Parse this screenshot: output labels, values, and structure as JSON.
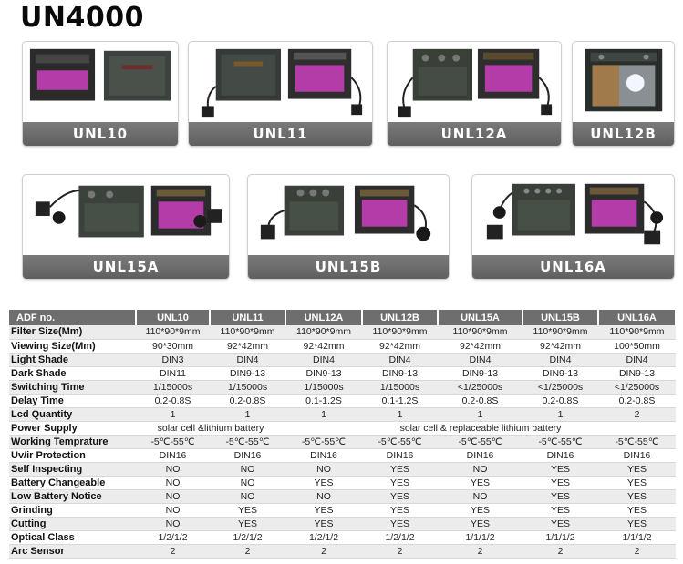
{
  "title": "UN4000",
  "products": [
    {
      "name": "UNL10"
    },
    {
      "name": "UNL11"
    },
    {
      "name": "UNL12A"
    },
    {
      "name": "UNL12B"
    },
    {
      "name": "UNL15A"
    },
    {
      "name": "UNL15B"
    },
    {
      "name": "UNL16A"
    }
  ],
  "table": {
    "corner": "ADF no.",
    "columns": [
      "UNL10",
      "UNL11",
      "UNL12A",
      "UNL12B",
      "UNL15A",
      "UNL15B",
      "UNL16A"
    ],
    "rows": [
      {
        "label": "Filter Size(Mm)",
        "values": [
          "110*90*9mm",
          "110*90*9mm",
          "110*90*9mm",
          "110*90*9mm",
          "110*90*9mm",
          "110*90*9mm",
          "110*90*9mm"
        ]
      },
      {
        "label": "Viewing Size(Mm)",
        "values": [
          "90*30mm",
          "92*42mm",
          "92*42mm",
          "92*42mm",
          "92*42mm",
          "92*42mm",
          "100*50mm"
        ]
      },
      {
        "label": "Light Shade",
        "values": [
          "DIN3",
          "DIN4",
          "DIN4",
          "DIN4",
          "DIN4",
          "DIN4",
          "DIN4"
        ]
      },
      {
        "label": "Dark Shade",
        "values": [
          "DIN11",
          "DIN9-13",
          "DIN9-13",
          "DIN9-13",
          "DIN9-13",
          "DIN9-13",
          "DIN9-13"
        ]
      },
      {
        "label": "Switching Time",
        "values": [
          "1/15000s",
          "1/15000s",
          "1/15000s",
          "1/15000s",
          "<1/25000s",
          "<1/25000s",
          "<1/25000s"
        ]
      },
      {
        "label": "Delay Time",
        "values": [
          "0.2-0.8S",
          "0.2-0.8S",
          "0.1-1.2S",
          "0.1-1.2S",
          "0.2-0.8S",
          "0.2-0.8S",
          "0.2-0.8S"
        ]
      },
      {
        "label": "Lcd Quantity",
        "values": [
          "1",
          "1",
          "1",
          "1",
          "1",
          "1",
          "2"
        ]
      },
      {
        "label": "Power Supply",
        "merged": [
          {
            "span": 2,
            "text": "solar cell &lithium battery"
          },
          {
            "span": 5,
            "text": "solar cell & replaceable lithium battery"
          }
        ]
      },
      {
        "label": "Working Temprature",
        "values": [
          "-5℃-55℃",
          "-5℃-55℃",
          "-5℃-55℃",
          "-5℃-55℃",
          "-5℃-55℃",
          "-5℃-55℃",
          "-5℃-55℃"
        ]
      },
      {
        "label": "Uv/ir Protection",
        "values": [
          "DIN16",
          "DIN16",
          "DIN16",
          "DIN16",
          "DIN16",
          "DIN16",
          "DIN16"
        ]
      },
      {
        "label": "Self Inspecting",
        "values": [
          "NO",
          "NO",
          "NO",
          "YES",
          "NO",
          "YES",
          "YES"
        ]
      },
      {
        "label": "Battery Changeable",
        "values": [
          "NO",
          "NO",
          "YES",
          "YES",
          "YES",
          "YES",
          "YES"
        ]
      },
      {
        "label": "Low Battery Notice",
        "values": [
          "NO",
          "NO",
          "NO",
          "YES",
          "NO",
          "YES",
          "YES"
        ]
      },
      {
        "label": "Grinding",
        "values": [
          "NO",
          "YES",
          "YES",
          "YES",
          "YES",
          "YES",
          "YES"
        ]
      },
      {
        "label": "Cutting",
        "values": [
          "NO",
          "YES",
          "YES",
          "YES",
          "YES",
          "YES",
          "YES"
        ]
      },
      {
        "label": "Optical Class",
        "values": [
          "1/2/1/2",
          "1/2/1/2",
          "1/2/1/2",
          "1/2/1/2",
          "1/1/1/2",
          "1/1/1/2",
          "1/1/1/2"
        ]
      },
      {
        "label": "Arc Sensor",
        "values": [
          "2",
          "2",
          "2",
          "2",
          "2",
          "2",
          "2"
        ]
      }
    ]
  },
  "colors": {
    "header_gray": "#6e6e6e",
    "label_bar": "#666666",
    "lens_magenta": "#b43ca8",
    "filter_dark": "#3a3f3a"
  }
}
